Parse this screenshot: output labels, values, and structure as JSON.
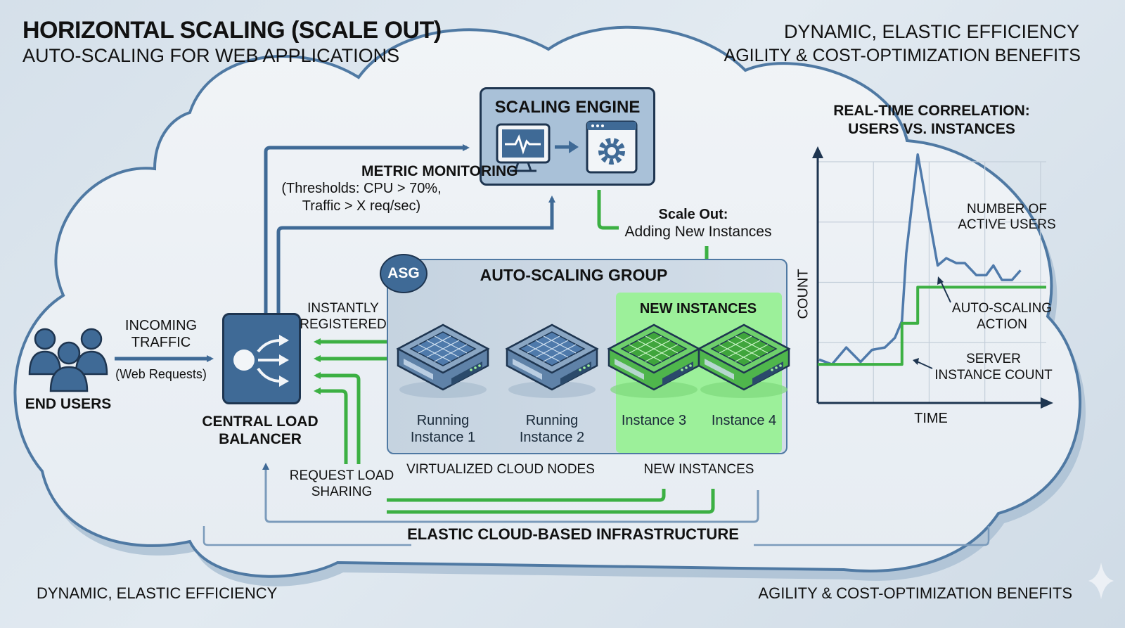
{
  "header": {
    "title": "HORIZONTAL SCALING (SCALE OUT)",
    "subtitle": "AUTO-SCALING FOR WEB APPLICATIONS",
    "right_line1": "DYNAMIC, ELASTIC EFFICIENCY",
    "right_line2": "AGILITY & COST-OPTIMIZATION BENEFITS"
  },
  "footer": {
    "left": "DYNAMIC, ELASTIC EFFICIENCY",
    "right": "AGILITY & COST-OPTIMIZATION BENEFITS"
  },
  "users": {
    "label": "END USERS",
    "traffic_line1": "INCOMING",
    "traffic_line2": "TRAFFIC",
    "traffic_note": "(Web Requests)"
  },
  "load_balancer": {
    "line1": "CENTRAL LOAD",
    "line2": "BALANCER",
    "registered_line1": "INSTANTLY",
    "registered_line2": "REGISTERED",
    "sharing_line1": "REQUEST LOAD",
    "sharing_line2": "SHARING"
  },
  "monitoring": {
    "title": "METRIC MONITORING",
    "line1": "(Thresholds: CPU > 70%,",
    "line2": "Traffic > X req/sec)"
  },
  "scaling_engine": {
    "title": "SCALING ENGINE"
  },
  "scale_out": {
    "title": "Scale Out:",
    "desc": "Adding New Instances"
  },
  "asg": {
    "badge": "ASG",
    "title": "AUTO-SCALING GROUP",
    "new_panel_title": "NEW INSTANCES",
    "instances": [
      {
        "line1": "Running",
        "line2": "Instance 1",
        "state": "running"
      },
      {
        "line1": "Running",
        "line2": "Instance 2",
        "state": "running"
      },
      {
        "line1": "",
        "line2": "Instance 3",
        "state": "new"
      },
      {
        "line1": "",
        "line2": "Instance 4",
        "state": "new"
      }
    ],
    "below_left": "VIRTUALIZED CLOUD NODES",
    "below_right": "NEW INSTANCES"
  },
  "infrastructure": {
    "label": "ELASTIC CLOUD-BASED INFRASTRUCTURE"
  },
  "colors": {
    "primary_blue": "#3f6a96",
    "dark_navy": "#1e3550",
    "green": "#3cb043",
    "light_green": "#9cf09a",
    "panel_blue": "#a9c1d8"
  },
  "chart_data": {
    "type": "line",
    "title": "REAL-TIME CORRELATION: USERS VS. INSTANCES",
    "xlabel": "TIME",
    "ylabel": "COUNT",
    "grid": true,
    "xlim": [
      0,
      16
    ],
    "ylim": [
      0,
      10
    ],
    "series": [
      {
        "name": "NUMBER OF ACTIVE USERS",
        "style": "line",
        "color": "#4f7aab",
        "x": [
          0.1,
          1.0,
          2.0,
          3.0,
          3.8,
          4.7,
          5.4,
          5.9,
          6.2,
          7.0,
          8.4,
          9.0,
          9.7,
          10.3,
          11.1,
          11.8,
          12.3,
          12.9,
          13.6,
          14.2
        ],
        "y": [
          1.8,
          1.6,
          2.3,
          1.7,
          2.2,
          2.3,
          2.7,
          3.4,
          6.2,
          10.3,
          5.7,
          6.0,
          5.8,
          5.8,
          5.3,
          5.3,
          5.7,
          5.1,
          5.1,
          5.5
        ]
      },
      {
        "name": "SERVER INSTANCE COUNT",
        "style": "step",
        "color": "#3cb043",
        "x": [
          0,
          5.9,
          5.9,
          7.0,
          7.0,
          16
        ],
        "y": [
          1.6,
          1.6,
          3.3,
          3.3,
          4.8,
          4.8
        ]
      }
    ],
    "annotations": [
      {
        "text": "NUMBER OF ACTIVE USERS",
        "target": "users line"
      },
      {
        "text": "AUTO-SCALING ACTION",
        "target": "second step up"
      },
      {
        "text": "SERVER INSTANCE COUNT",
        "target": "first step up"
      }
    ],
    "labels": {
      "users_line1": "NUMBER OF",
      "users_line2": "ACTIVE USERS",
      "action_line1": "AUTO-SCALING",
      "action_line2": "ACTION",
      "count_line1": "SERVER",
      "count_line2": "INSTANCE COUNT",
      "title_line1": "REAL-TIME CORRELATION:",
      "title_line2": "USERS VS. INSTANCES"
    }
  }
}
